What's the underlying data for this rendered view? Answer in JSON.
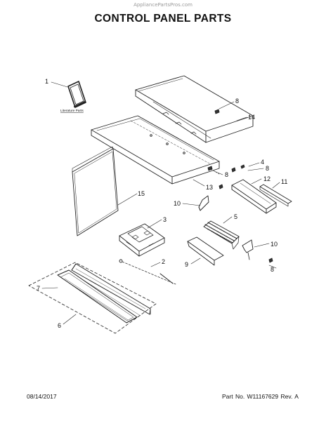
{
  "watermark": "AppliancePartsPros.com",
  "title": "CONTROL PANEL PARTS",
  "literature_label": "Literature Parts",
  "callouts": [
    "1",
    "2",
    "3",
    "4",
    "5",
    "6",
    "7",
    "8",
    "8",
    "8",
    "8",
    "9",
    "10",
    "10",
    "11",
    "12",
    "13",
    "14",
    "15"
  ],
  "footer": {
    "date": "08/14/2017",
    "part_no": "Part No.  W11167629  Rev.  A"
  }
}
